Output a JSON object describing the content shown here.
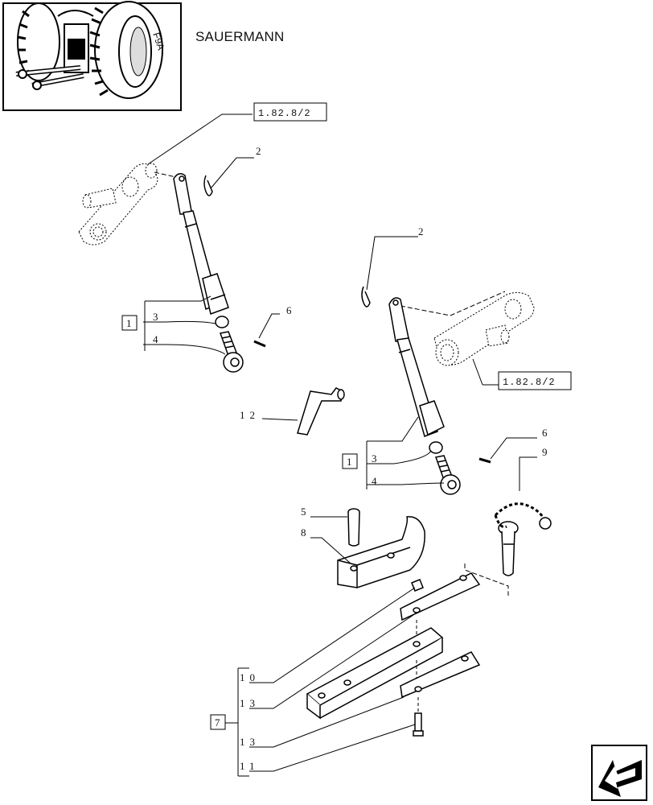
{
  "header": {
    "brand": "SAUERMANN",
    "thumbnail_alt": "tractor-rear-view"
  },
  "references": [
    {
      "text": "1.82.8/2"
    },
    {
      "text": "1.82.8/2"
    }
  ],
  "group_boxes": [
    {
      "text": "1"
    },
    {
      "text": "1"
    },
    {
      "text": "7"
    }
  ],
  "callouts": [
    {
      "text": "2"
    },
    {
      "text": "2"
    },
    {
      "text": "3"
    },
    {
      "text": "4"
    },
    {
      "text": "6"
    },
    {
      "text": "12"
    },
    {
      "text": "3"
    },
    {
      "text": "4"
    },
    {
      "text": "6"
    },
    {
      "text": "9"
    },
    {
      "text": "5"
    },
    {
      "text": "8"
    },
    {
      "text": "10"
    },
    {
      "text": "13"
    },
    {
      "text": "13"
    },
    {
      "text": "11"
    }
  ],
  "navigation": {
    "next_icon": "arrow-left-icon"
  }
}
